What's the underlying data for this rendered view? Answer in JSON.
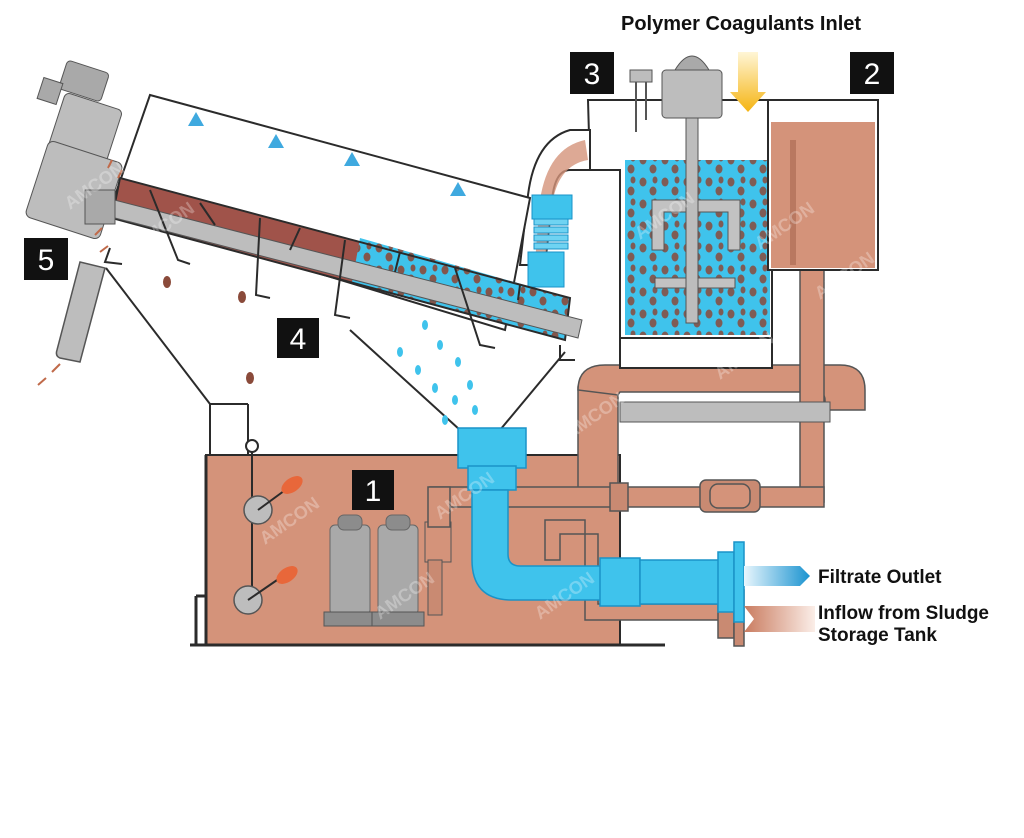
{
  "labels": {
    "polymer_inlet": "Polymer Coagulants Inlet",
    "filtrate_outlet": "Filtrate Outlet",
    "inflow_line1": "Inflow from Sludge",
    "inflow_line2": "Storage Tank"
  },
  "step_numbers": {
    "n1": "1",
    "n2": "2",
    "n3": "3",
    "n4": "4",
    "n5": "5"
  },
  "watermark": "AMCON",
  "colors": {
    "sludge": "#d4937a",
    "sludge_dark": "#8a4a3a",
    "water": "#3fc3ec",
    "water_dark": "#1a93c8",
    "metal": "#bdbdbd",
    "metal_dark": "#8f8f8f",
    "outline": "#2b2b2b",
    "polymer_arrow": "#f6b81a",
    "badge": "#111111"
  }
}
